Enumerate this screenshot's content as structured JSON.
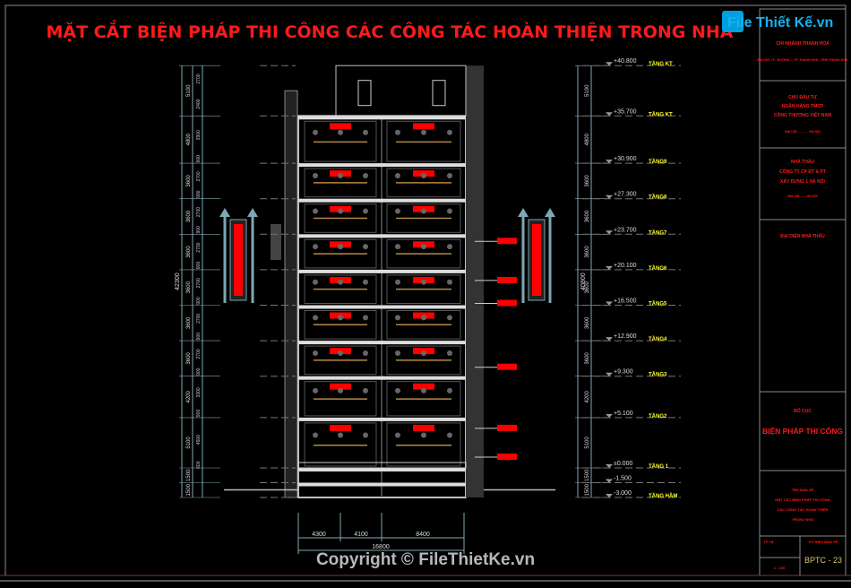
{
  "drawing": {
    "title": "MẶT CẮT BIỆN PHÁP THI CÔNG CÁC CÔNG TÁC HOÀN THIỆN TRONG NHÀ",
    "colors": {
      "background": "#000000",
      "title": "#ff1a1a",
      "level_label": "#ffff33",
      "dim_line": "#7fa7b5",
      "structure": "#bfbfbf",
      "fill": "#3a3a3a",
      "red_label": "#ff0000"
    },
    "levels": [
      {
        "elev": 40.8,
        "text": "+40.800",
        "floor": "TẦNG KT"
      },
      {
        "elev": 35.7,
        "text": "+35.700",
        "floor": "TẦNG KT"
      },
      {
        "elev": 30.9,
        "text": "+30.900",
        "floor": "TẦNG9"
      },
      {
        "elev": 27.3,
        "text": "+27.300",
        "floor": "TẦNG8"
      },
      {
        "elev": 23.7,
        "text": "+23.700",
        "floor": "TẦNG7"
      },
      {
        "elev": 20.1,
        "text": "+20.100",
        "floor": "TẦNG6"
      },
      {
        "elev": 16.5,
        "text": "+16.500",
        "floor": "TẦNG5"
      },
      {
        "elev": 12.9,
        "text": "+12.900",
        "floor": "TẦNG4"
      },
      {
        "elev": 9.3,
        "text": "+9.300",
        "floor": "TẦNG3"
      },
      {
        "elev": 5.1,
        "text": "+5.100",
        "floor": "TẦNG2"
      },
      {
        "elev": 0.0,
        "text": "±0.000",
        "floor": "TẦNG 1"
      },
      {
        "elev": -1.5,
        "text": "-1.500",
        "floor": ""
      },
      {
        "elev": -3.0,
        "text": "-3.000",
        "floor": "TẦNG HẦM"
      }
    ],
    "left_dims": {
      "total": "42300",
      "storeys": [
        "5100",
        "4800",
        "3600",
        "3600",
        "3600",
        "3600",
        "3600",
        "3600",
        "4200",
        "5100",
        "1500",
        "1500"
      ],
      "sub": [
        "2700",
        "2400",
        "3900",
        "900",
        "2700",
        "900",
        "2700",
        "900",
        "2700",
        "900",
        "2700",
        "900",
        "2700",
        "900",
        "2700",
        "900",
        "3300",
        "900",
        "4500",
        "600"
      ]
    },
    "right_dims": {
      "total": "40800",
      "storeys": [
        "5100",
        "4800",
        "3600",
        "3600",
        "3600",
        "3600",
        "3600",
        "3600",
        "4200",
        "5100",
        "1500",
        "1500"
      ]
    },
    "bottom_dims": {
      "spans": [
        "4300",
        "4100",
        "8400"
      ],
      "total": "16800"
    },
    "title_block": {
      "owner_line1": "CHI NHÁNH THANH HOÁ",
      "owner_addr": "ĐỊA CHỈ: 79 - ĐƯỜNG ... TP. THANH HOÁ - TỈNH THANH HOÁ",
      "investor_label": "CHỦ ĐẦU TƯ",
      "investor_1": "NGÂN HÀNG TMCP",
      "investor_2": "CÔNG THƯƠNG VIỆT NAM",
      "investor_addr": "ĐỊA CHỈ: ... - ... - HÀ NỘI",
      "contractor_label": "NHÀ THẦU",
      "contractor_1": "CÔNG TY CP ĐT & PT",
      "contractor_2": "XÂY DỰNG 1 HÀ NỘI",
      "contractor_addr": "ĐỊA CHỈ: ... - HÀ NỘI",
      "rep": "ĐẠI DIỆN NHÀ THẦU",
      "sheet_label": "BỐ CỤC",
      "sheet_title": "BIỆN PHÁP THI CÔNG",
      "name_label": "TÊN BẢN VẼ",
      "name_1": "MẶT CẮT BIỆN PHÁP THI CÔNG",
      "name_2": "CÁC CÔNG TÁC HOÀN THIỆN",
      "name_3": "TRONG NHÀ",
      "scale_label": "TỶ LỆ",
      "code_label": "KÝ HIỆU BẢN VẼ",
      "scale_value": "1 : 100",
      "sheet_code": "BPTC - 23"
    },
    "watermark": {
      "logo": "File Thiết Kế.vn",
      "copyright": "Copyright © FileThietKe.vn"
    }
  }
}
